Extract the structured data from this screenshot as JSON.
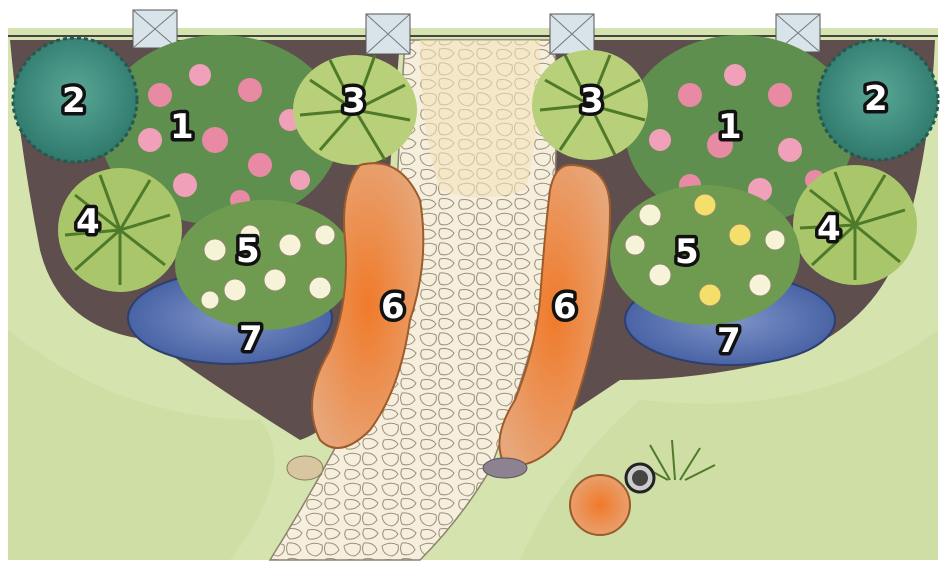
{
  "labels": {
    "left_1": "1",
    "left_2": "2",
    "left_3": "3",
    "left_4": "4",
    "left_5": "5",
    "left_6": "6",
    "left_7": "7",
    "right_1": "1",
    "right_2": "2",
    "right_3": "3",
    "right_4": "4",
    "right_5": "5",
    "right_6": "6",
    "right_7": "7"
  },
  "colors": {
    "lawn": "#cfe0a8",
    "soil": "#5a4a4a",
    "path": "#f4ecd8",
    "shrub": "#3f9486",
    "flowers_pink": "#e98aa5",
    "hosta": "#a7c76a",
    "roses_light": "#f4f0cf",
    "orange_plant": "#e9965a",
    "blue_bed": "#5d76b8"
  }
}
